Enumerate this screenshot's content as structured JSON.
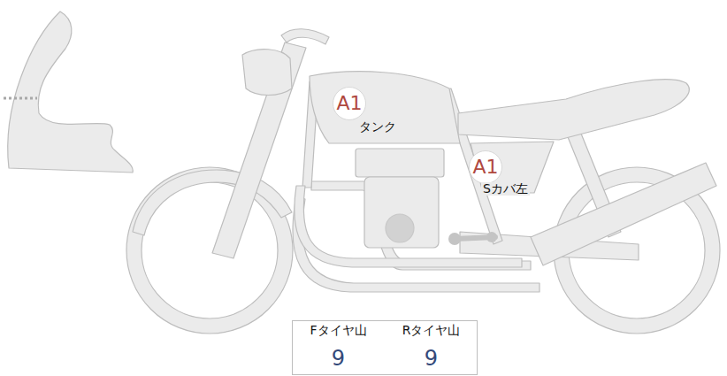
{
  "diagram": {
    "nodes": [
      {
        "text": [
          "A1"
        ]
      },
      {
        "text": [
          "A1"
        ]
      }
    ],
    "labels": [
      "タンク",
      "Sカバ左",
      "Fタイヤ山",
      "Rタイヤ山",
      "9",
      "9"
    ]
  }
}
